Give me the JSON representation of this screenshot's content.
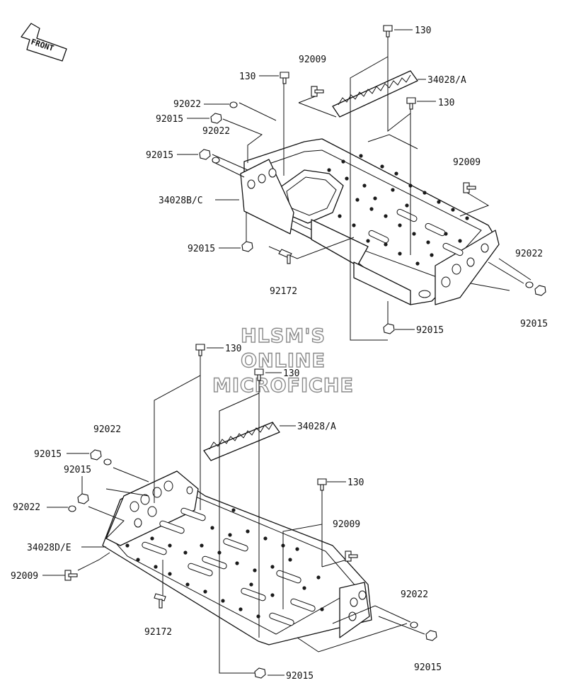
{
  "front_badge": "FRONT",
  "watermark": {
    "line1": "HLSM'S",
    "line2": "ONLINE",
    "line3": "MICROFICHE"
  },
  "upper": {
    "labels": {
      "bolt_130_a": "130",
      "bolt_92009": "92009",
      "bolt_130_b": "130",
      "step_pad_a": "34028/A",
      "bolt_130_c": "130",
      "washer_92022_a": "92022",
      "nut_92015_a": "92015",
      "washer_92022_b": "92022",
      "nut_92015_b": "92015",
      "bolt_92009_b": "92009",
      "floorboard": "34028B/C",
      "nut_92015_c": "92015",
      "bolt_92172": "92172",
      "washer_92022_c": "92022",
      "nut_92015_d": "92015",
      "nut_92015_e": "92015"
    }
  },
  "lower": {
    "labels": {
      "bolt_130_a": "130",
      "bolt_130_b": "130",
      "step_pad_a": "34028/A",
      "washer_92022_a": "92022",
      "nut_92015_a": "92015",
      "nut_92015_b": "92015",
      "bolt_130_c": "130",
      "washer_92022_b": "92022",
      "bolt_92009_a": "92009",
      "floorboard": "34028D/E",
      "bolt_92009_b": "92009",
      "washer_92022_c": "92022",
      "bolt_92172": "92172",
      "nut_92015_c": "92015",
      "nut_92015_d": "92015"
    }
  }
}
